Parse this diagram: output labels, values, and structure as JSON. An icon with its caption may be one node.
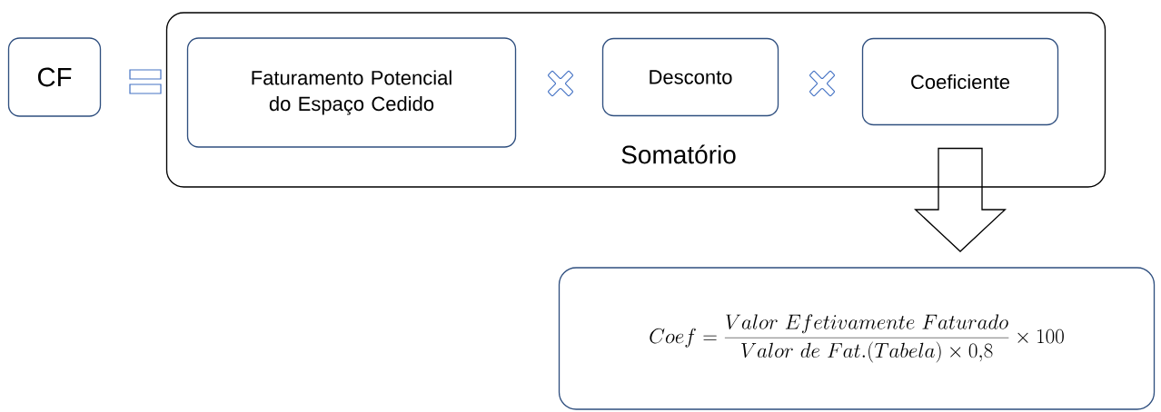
{
  "diagram": {
    "nodes": [
      {
        "text": [
          "CF"
        ]
      },
      {
        "text": [
          "Somatório"
        ]
      },
      {
        "text": [
          "Faturamento Potencial do Espaço Cedido"
        ],
        "in": 1
      },
      {
        "text": [
          "Desconto"
        ],
        "in": 1
      },
      {
        "text": [
          "Coeficiente"
        ],
        "in": 1
      },
      {
        "text": [
          "Coef=\\frac{Valor\\ Efetivamente\\ Faturado}{Valor\\ de\\ Fat.(Tabela)\\times 0{,}8}\\times 100"
        ]
      }
    ],
    "edges": [
      {
        "from": 4,
        "to": 5,
        "arrow": "to"
      }
    ]
  }
}
